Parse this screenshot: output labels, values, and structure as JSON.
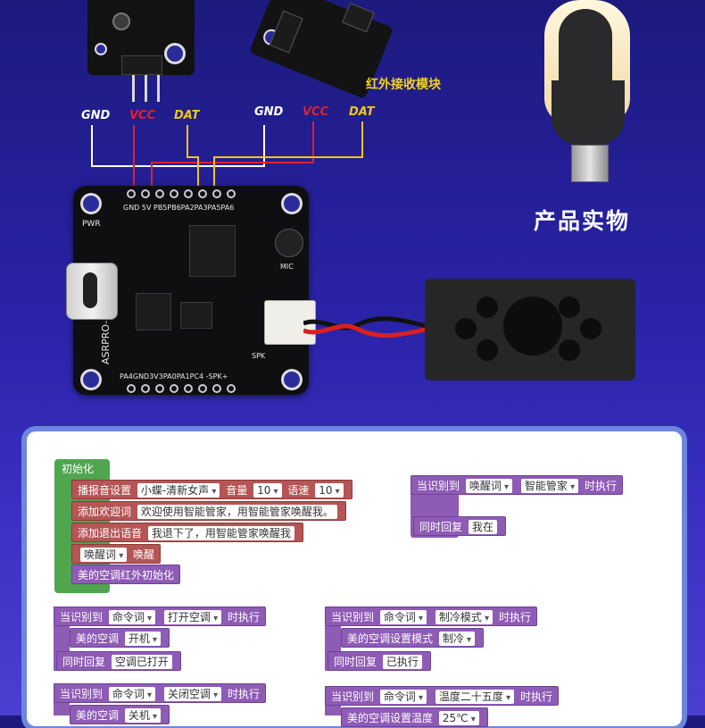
{
  "wires": {
    "left": {
      "gnd": "GND",
      "vcc": "VCC",
      "dat": "DAT"
    },
    "right": {
      "gnd": "GND",
      "vcc": "VCC",
      "dat": "DAT"
    }
  },
  "module_title": "红外接收模块",
  "product_label": "产品实物",
  "pcb": {
    "top_pins": "GND 5V PB5PB6PA2PA3PA5PA6",
    "bottom_pins": "PA4GND3V3PA0PA1PC4 -SPK+",
    "side_label": "ASRPRO-01",
    "pwr": "PWR",
    "mic": "MIC",
    "spk": "SPK"
  },
  "blocks": {
    "init": {
      "header": "初始化",
      "rows": {
        "r1_label": "播报音设置",
        "r1_voice": "小蝶-清新女声",
        "r1_vol_label": "音量",
        "r1_vol": "10",
        "r1_speed_label": "语速",
        "r1_speed": "10",
        "r2_label": "添加欢迎词",
        "r2_text": "欢迎使用智能管家，用智能管家唤醒我。",
        "r3_label": "添加退出语音",
        "r3_text": "我退下了，用智能管家唤醒我",
        "r4_word": "唤醒词",
        "r4_label": "唤醒",
        "r5_label": "美的空调红外初始化"
      }
    },
    "wake": {
      "when": "当识别到",
      "type": "唤醒词",
      "word": "智能管家",
      "exec": "时执行",
      "reply_label": "同时回复",
      "reply": "我在"
    },
    "on": {
      "when": "当识别到",
      "type": "命令词",
      "word": "打开空调",
      "exec": "时执行",
      "action_label": "美的空调",
      "action": "开机",
      "reply_label": "同时回复",
      "reply": "空调已打开"
    },
    "cool": {
      "when": "当识别到",
      "type": "命令词",
      "word": "制冷模式",
      "exec": "时执行",
      "action_label": "美的空调设置模式",
      "action": "制冷",
      "reply_label": "同时回复",
      "reply": "已执行"
    },
    "off": {
      "when": "当识别到",
      "type": "命令词",
      "word": "关闭空调",
      "exec": "时执行",
      "action_label": "美的空调",
      "action": "关机"
    },
    "temp": {
      "when": "当识别到",
      "type": "命令词",
      "word": "温度二十五度",
      "exec": "时执行",
      "action_label": "美的空调设置温度",
      "action": "25℃"
    }
  }
}
